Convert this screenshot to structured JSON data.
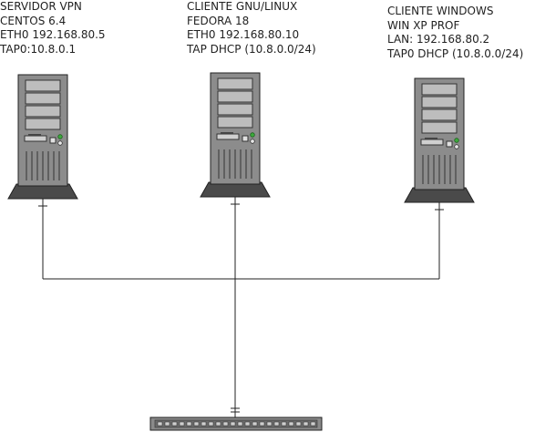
{
  "nodes": [
    {
      "id": "vpn-server",
      "labels": [
        "SERVIDOR VPN",
        "CENTOS 6.4",
        "ETH0 192.168.80.5",
        "TAP0:10.8.0.1"
      ]
    },
    {
      "id": "linux-client",
      "labels": [
        "CLIENTE GNU/LINUX",
        "FEDORA 18",
        "ETH0 192.168.80.10",
        "TAP DHCP (10.8.0.0/24)"
      ]
    },
    {
      "id": "windows-client",
      "labels": [
        "CLIENTE WINDOWS",
        "WIN XP PROF",
        "LAN: 192.168.80.2",
        "TAP0 DHCP (10.8.0.0/24)"
      ]
    }
  ],
  "colors": {
    "tower_body": "#8c8c8c",
    "tower_light": "#c8c8c8",
    "tower_dark": "#3a3a3a",
    "base": "#4a4a4a",
    "led_green": "#3caa3c",
    "line": "#222222",
    "switch": "#8a8a8a"
  },
  "icons": [
    "server-tower-icon",
    "network-switch-icon"
  ]
}
